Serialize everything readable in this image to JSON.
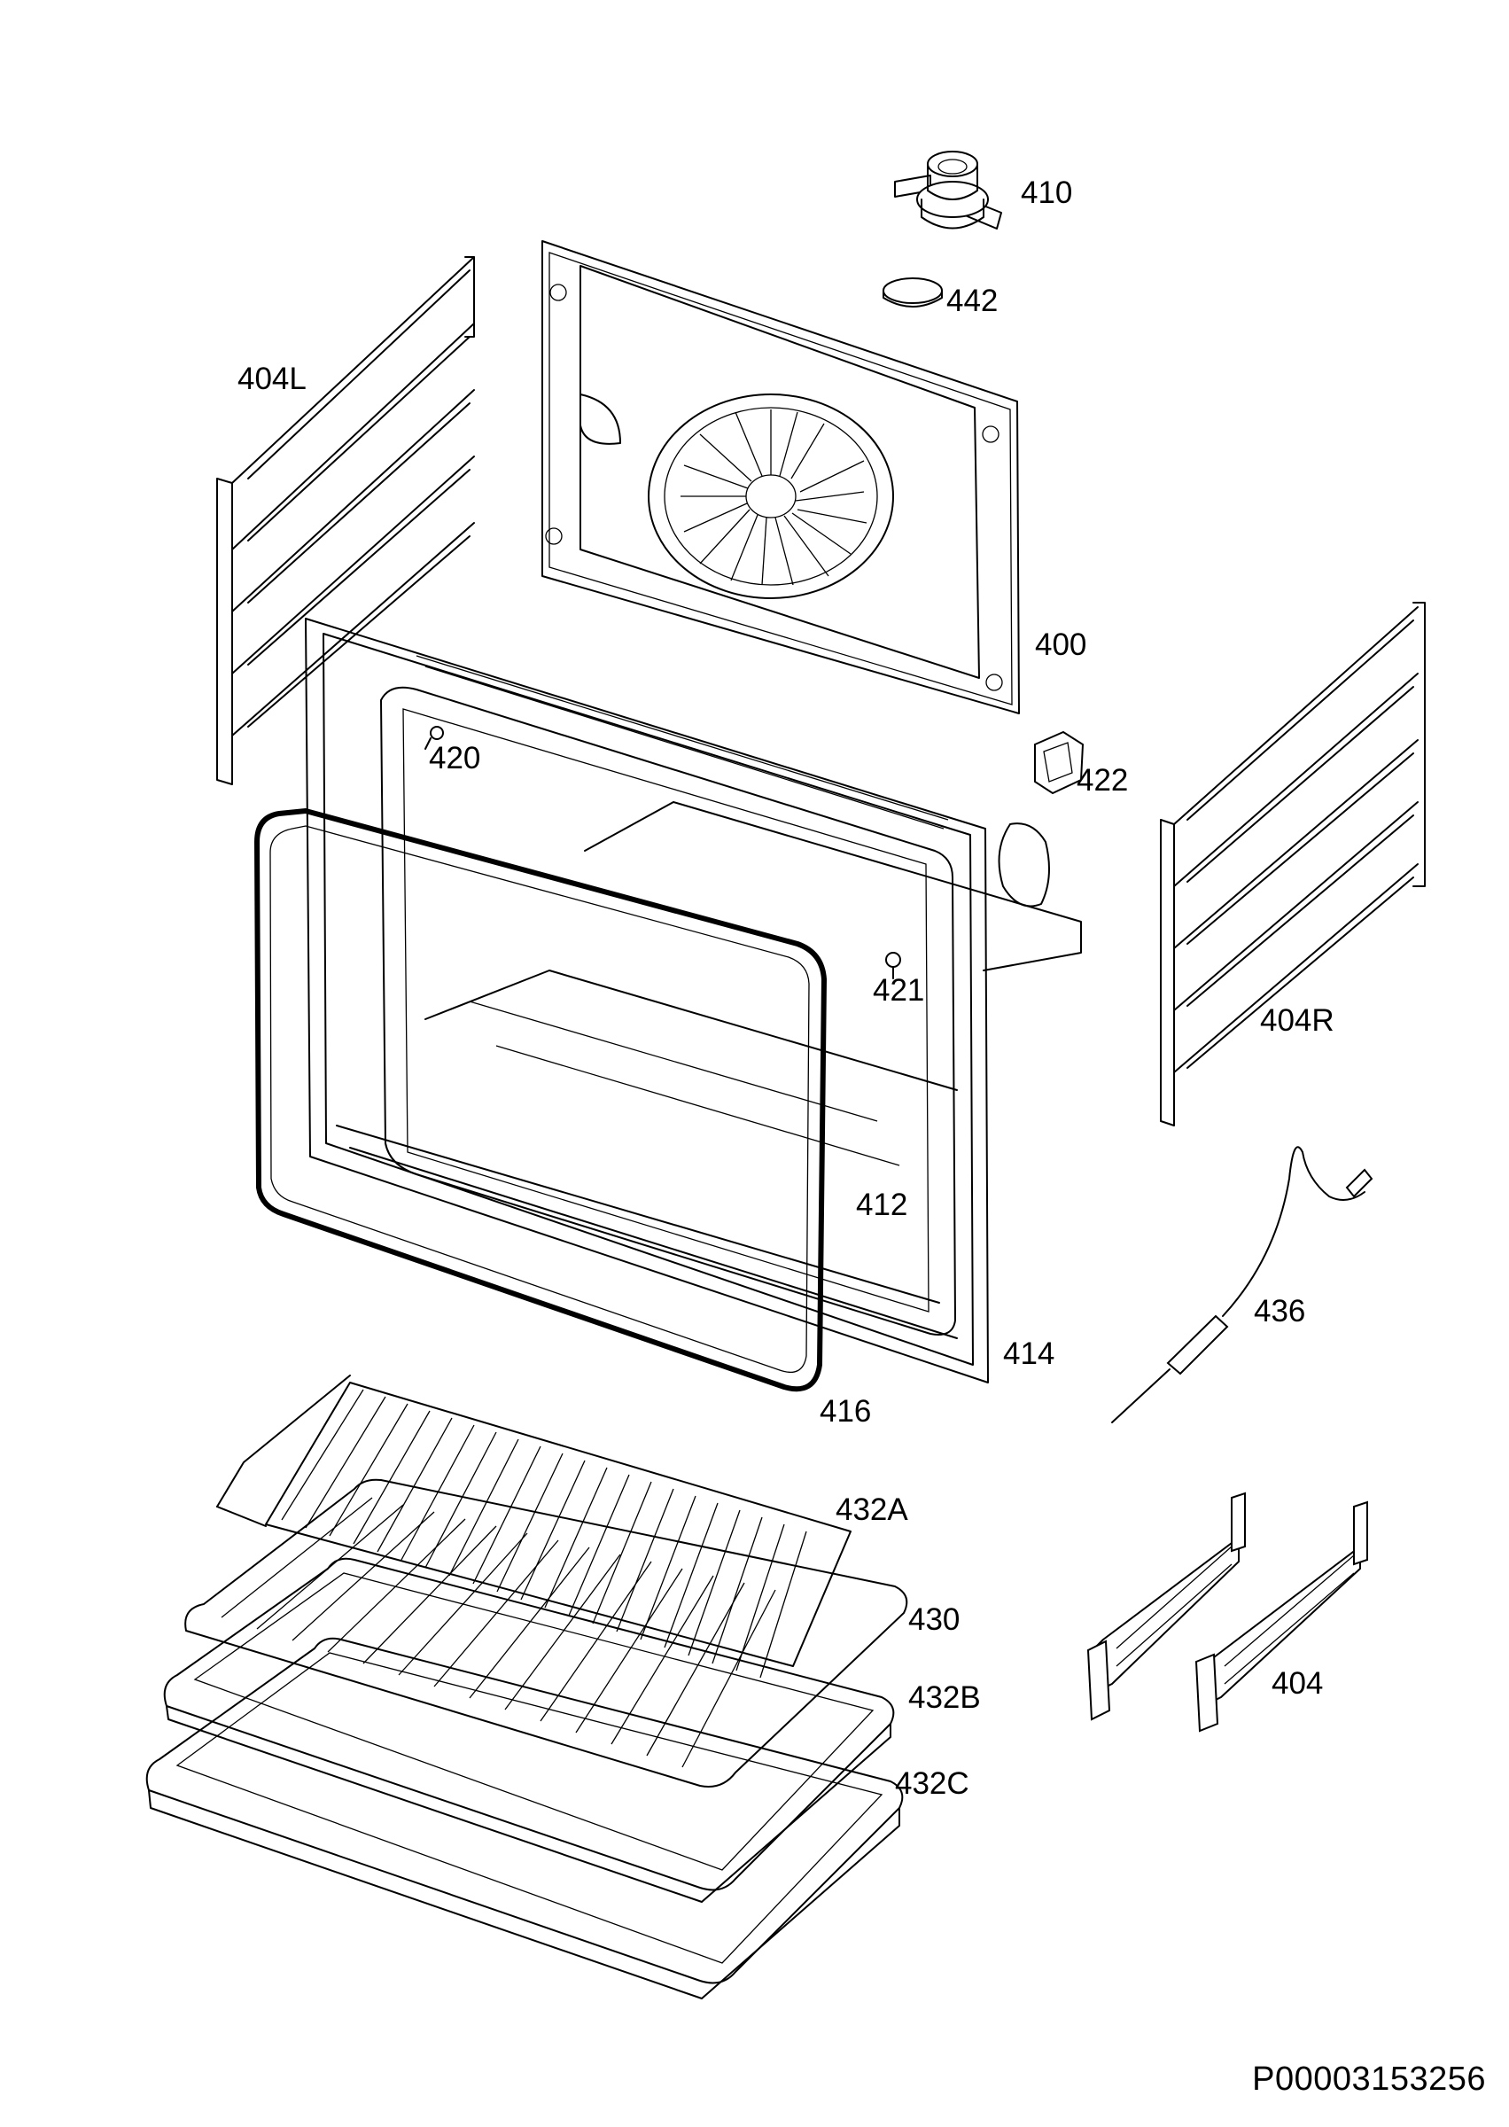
{
  "document_id": "P00003153256",
  "parts": [
    {
      "id": "fan-cover-panel",
      "number": "400"
    },
    {
      "id": "side-runner-assembly",
      "number": "404"
    },
    {
      "id": "shelf-support-left",
      "number": "404L"
    },
    {
      "id": "shelf-support-right",
      "number": "404R"
    },
    {
      "id": "thermostat",
      "number": "410"
    },
    {
      "id": "oven-cavity",
      "number": "412"
    },
    {
      "id": "front-frame",
      "number": "414"
    },
    {
      "id": "door-seal",
      "number": "416"
    },
    {
      "id": "screw",
      "number": "420"
    },
    {
      "id": "screw-small",
      "number": "421"
    },
    {
      "id": "lamp-holder",
      "number": "422"
    },
    {
      "id": "grill-rack",
      "number": "430"
    },
    {
      "id": "wire-shelf",
      "number": "432A"
    },
    {
      "id": "baking-tray",
      "number": "432B"
    },
    {
      "id": "deep-tray",
      "number": "432C"
    },
    {
      "id": "meat-probe",
      "number": "436"
    },
    {
      "id": "insulating-disc",
      "number": "442"
    }
  ]
}
